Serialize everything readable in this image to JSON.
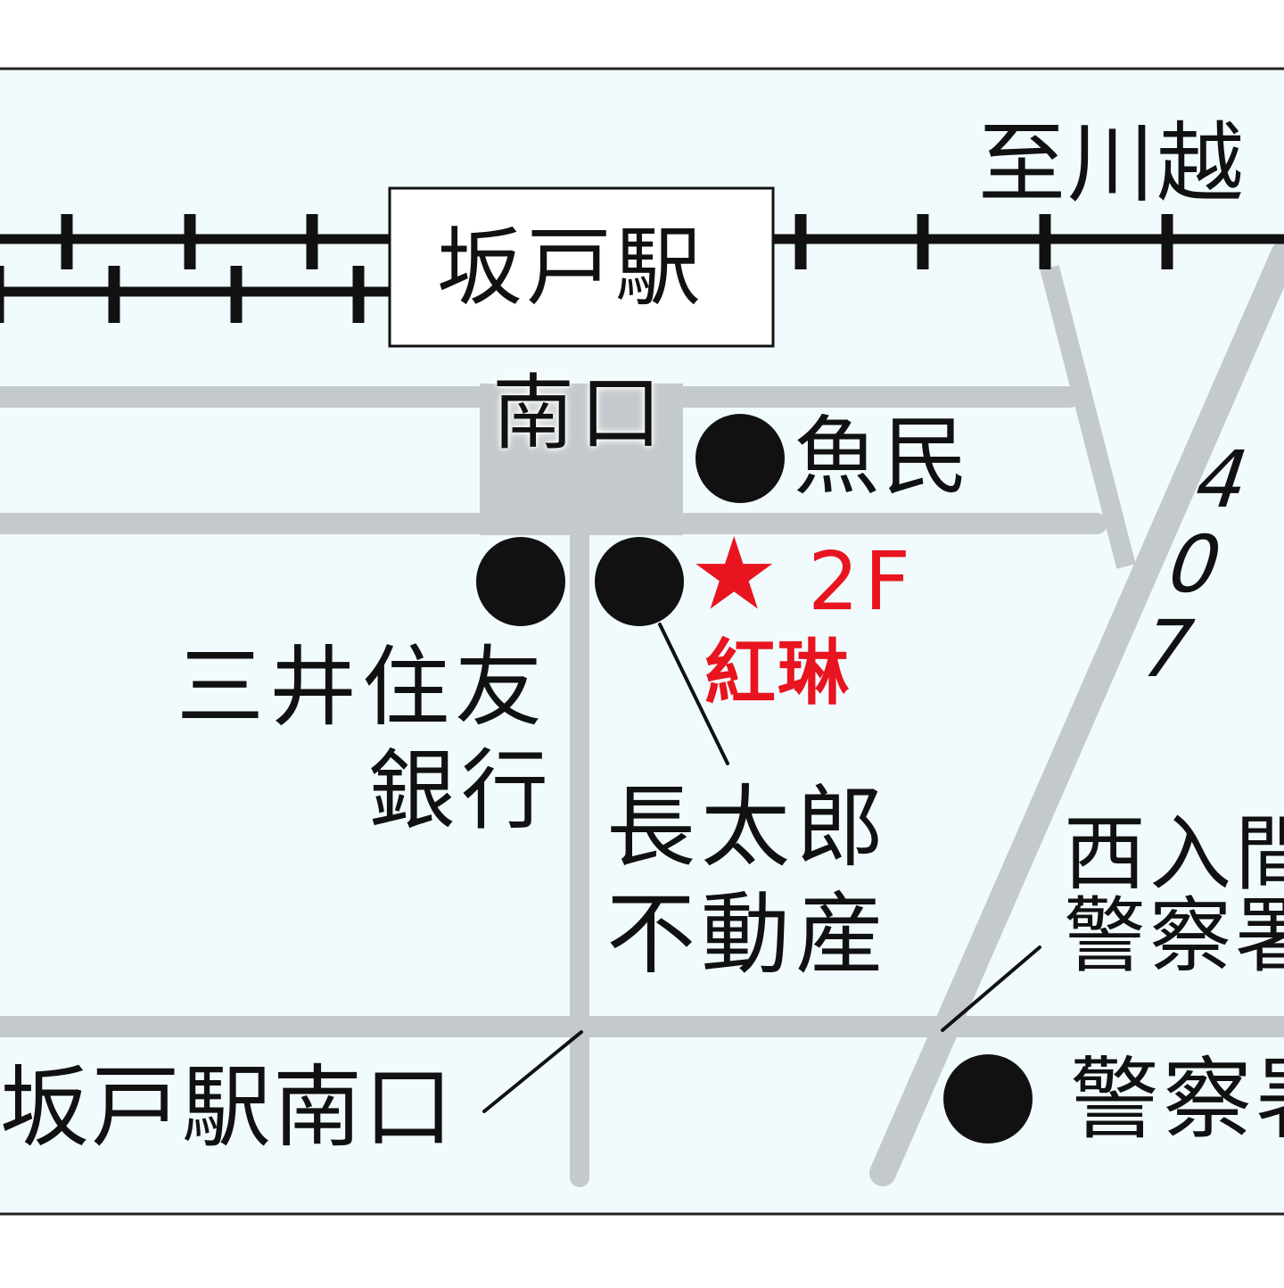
{
  "labels": {
    "station": "坂戸駅",
    "south_exit": "南口",
    "direction_kawagoe": "至川越",
    "route_number": "407",
    "uotami": "魚民",
    "mitsui_sumitomo_line1": "三井住友",
    "mitsui_sumitomo_line2": "銀行",
    "chotaro_line1": "長太郎",
    "chotaro_line2": "不動産",
    "floor": "2F",
    "shop_name": "紅琳",
    "nishi_iruma_line1": "西入間",
    "nishi_iruma_line2": "警察署",
    "police": "警察署",
    "south_exit_stop": "坂戸駅南口",
    "star_symbol": "★"
  },
  "colors": {
    "background": "#f1fbfd",
    "road": "#c3c9cc",
    "rail": "#111111",
    "text": "#111111",
    "highlight": "#e8141f"
  },
  "icons": {
    "landmark": "filled-circle-icon",
    "shop": "red-star-icon"
  }
}
